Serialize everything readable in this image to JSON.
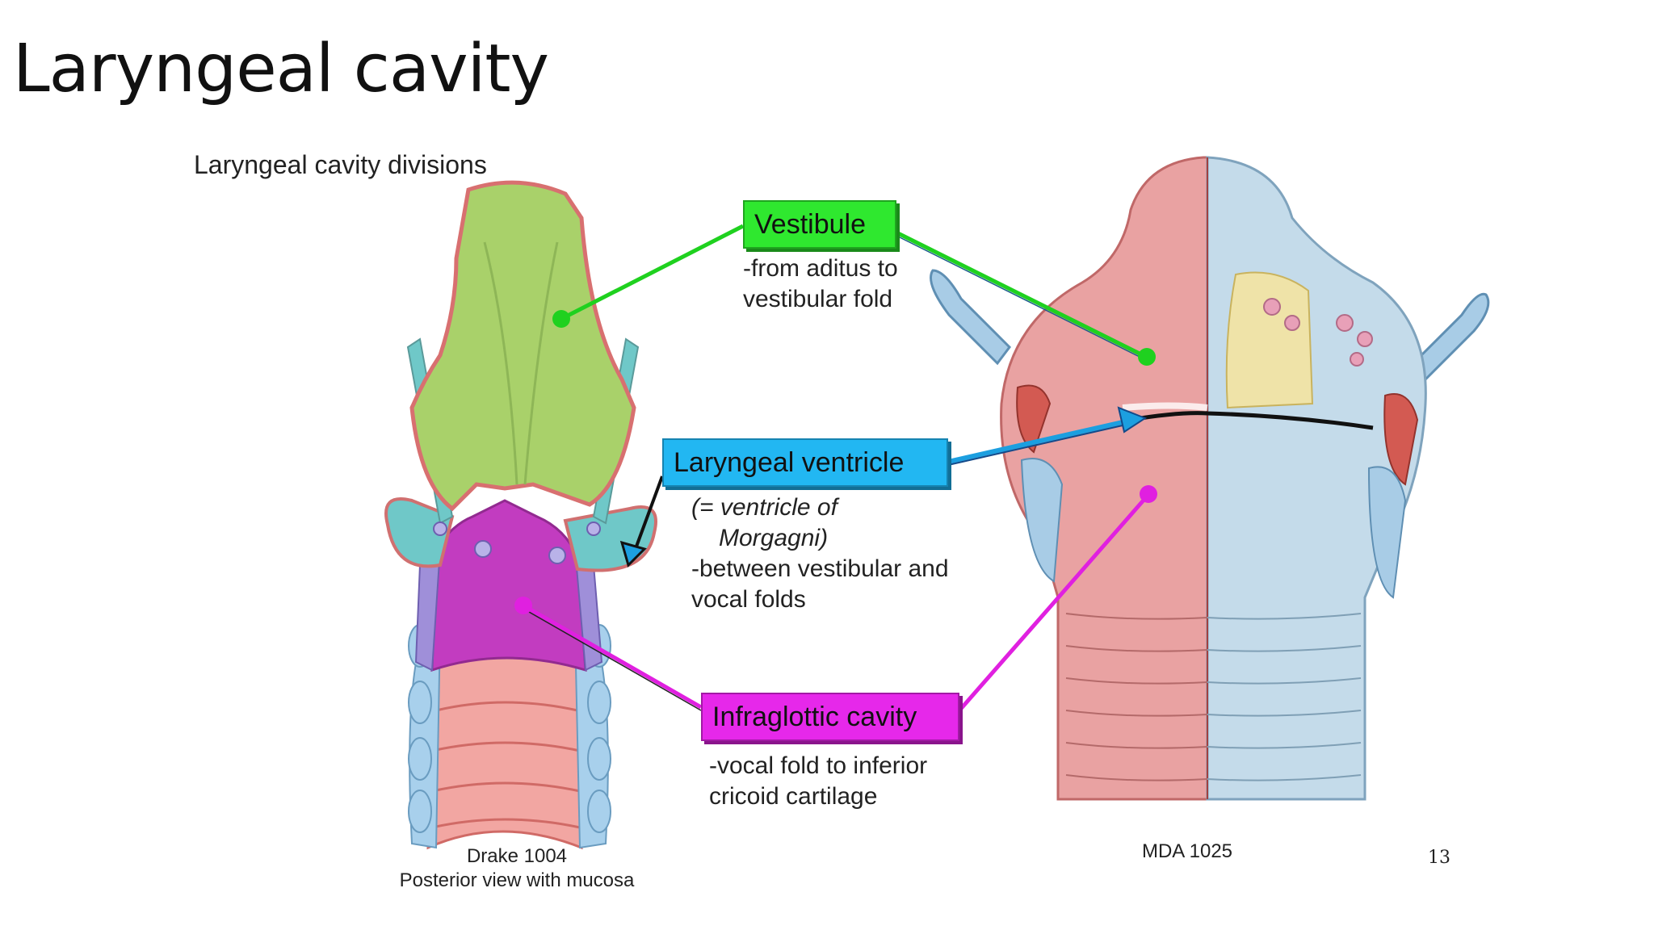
{
  "slide": {
    "title": "Laryngeal cavity",
    "subtitle": "Laryngeal cavity divisions",
    "page_number": "13"
  },
  "labels": {
    "vestibule": {
      "name": "Vestibule",
      "desc_line1": "-from aditus to",
      "desc_line2": "vestibular fold",
      "color": "#2fe82f"
    },
    "ventricle": {
      "name": "Laryngeal ventricle",
      "desc_line1": "(= ventricle of",
      "desc_line2": "Morgagni)",
      "desc_line3": "-between vestibular and",
      "desc_line4": "vocal folds",
      "color": "#22b7f2"
    },
    "infraglottic": {
      "name": "Infraglottic cavity",
      "desc_line1": "-vocal fold to inferior",
      "desc_line2": "cricoid cartilage",
      "color": "#e628ea"
    }
  },
  "captions": {
    "left_line1": "Drake 1004",
    "left_line2": "Posterior view with mucosa",
    "right": "MDA 1025"
  }
}
